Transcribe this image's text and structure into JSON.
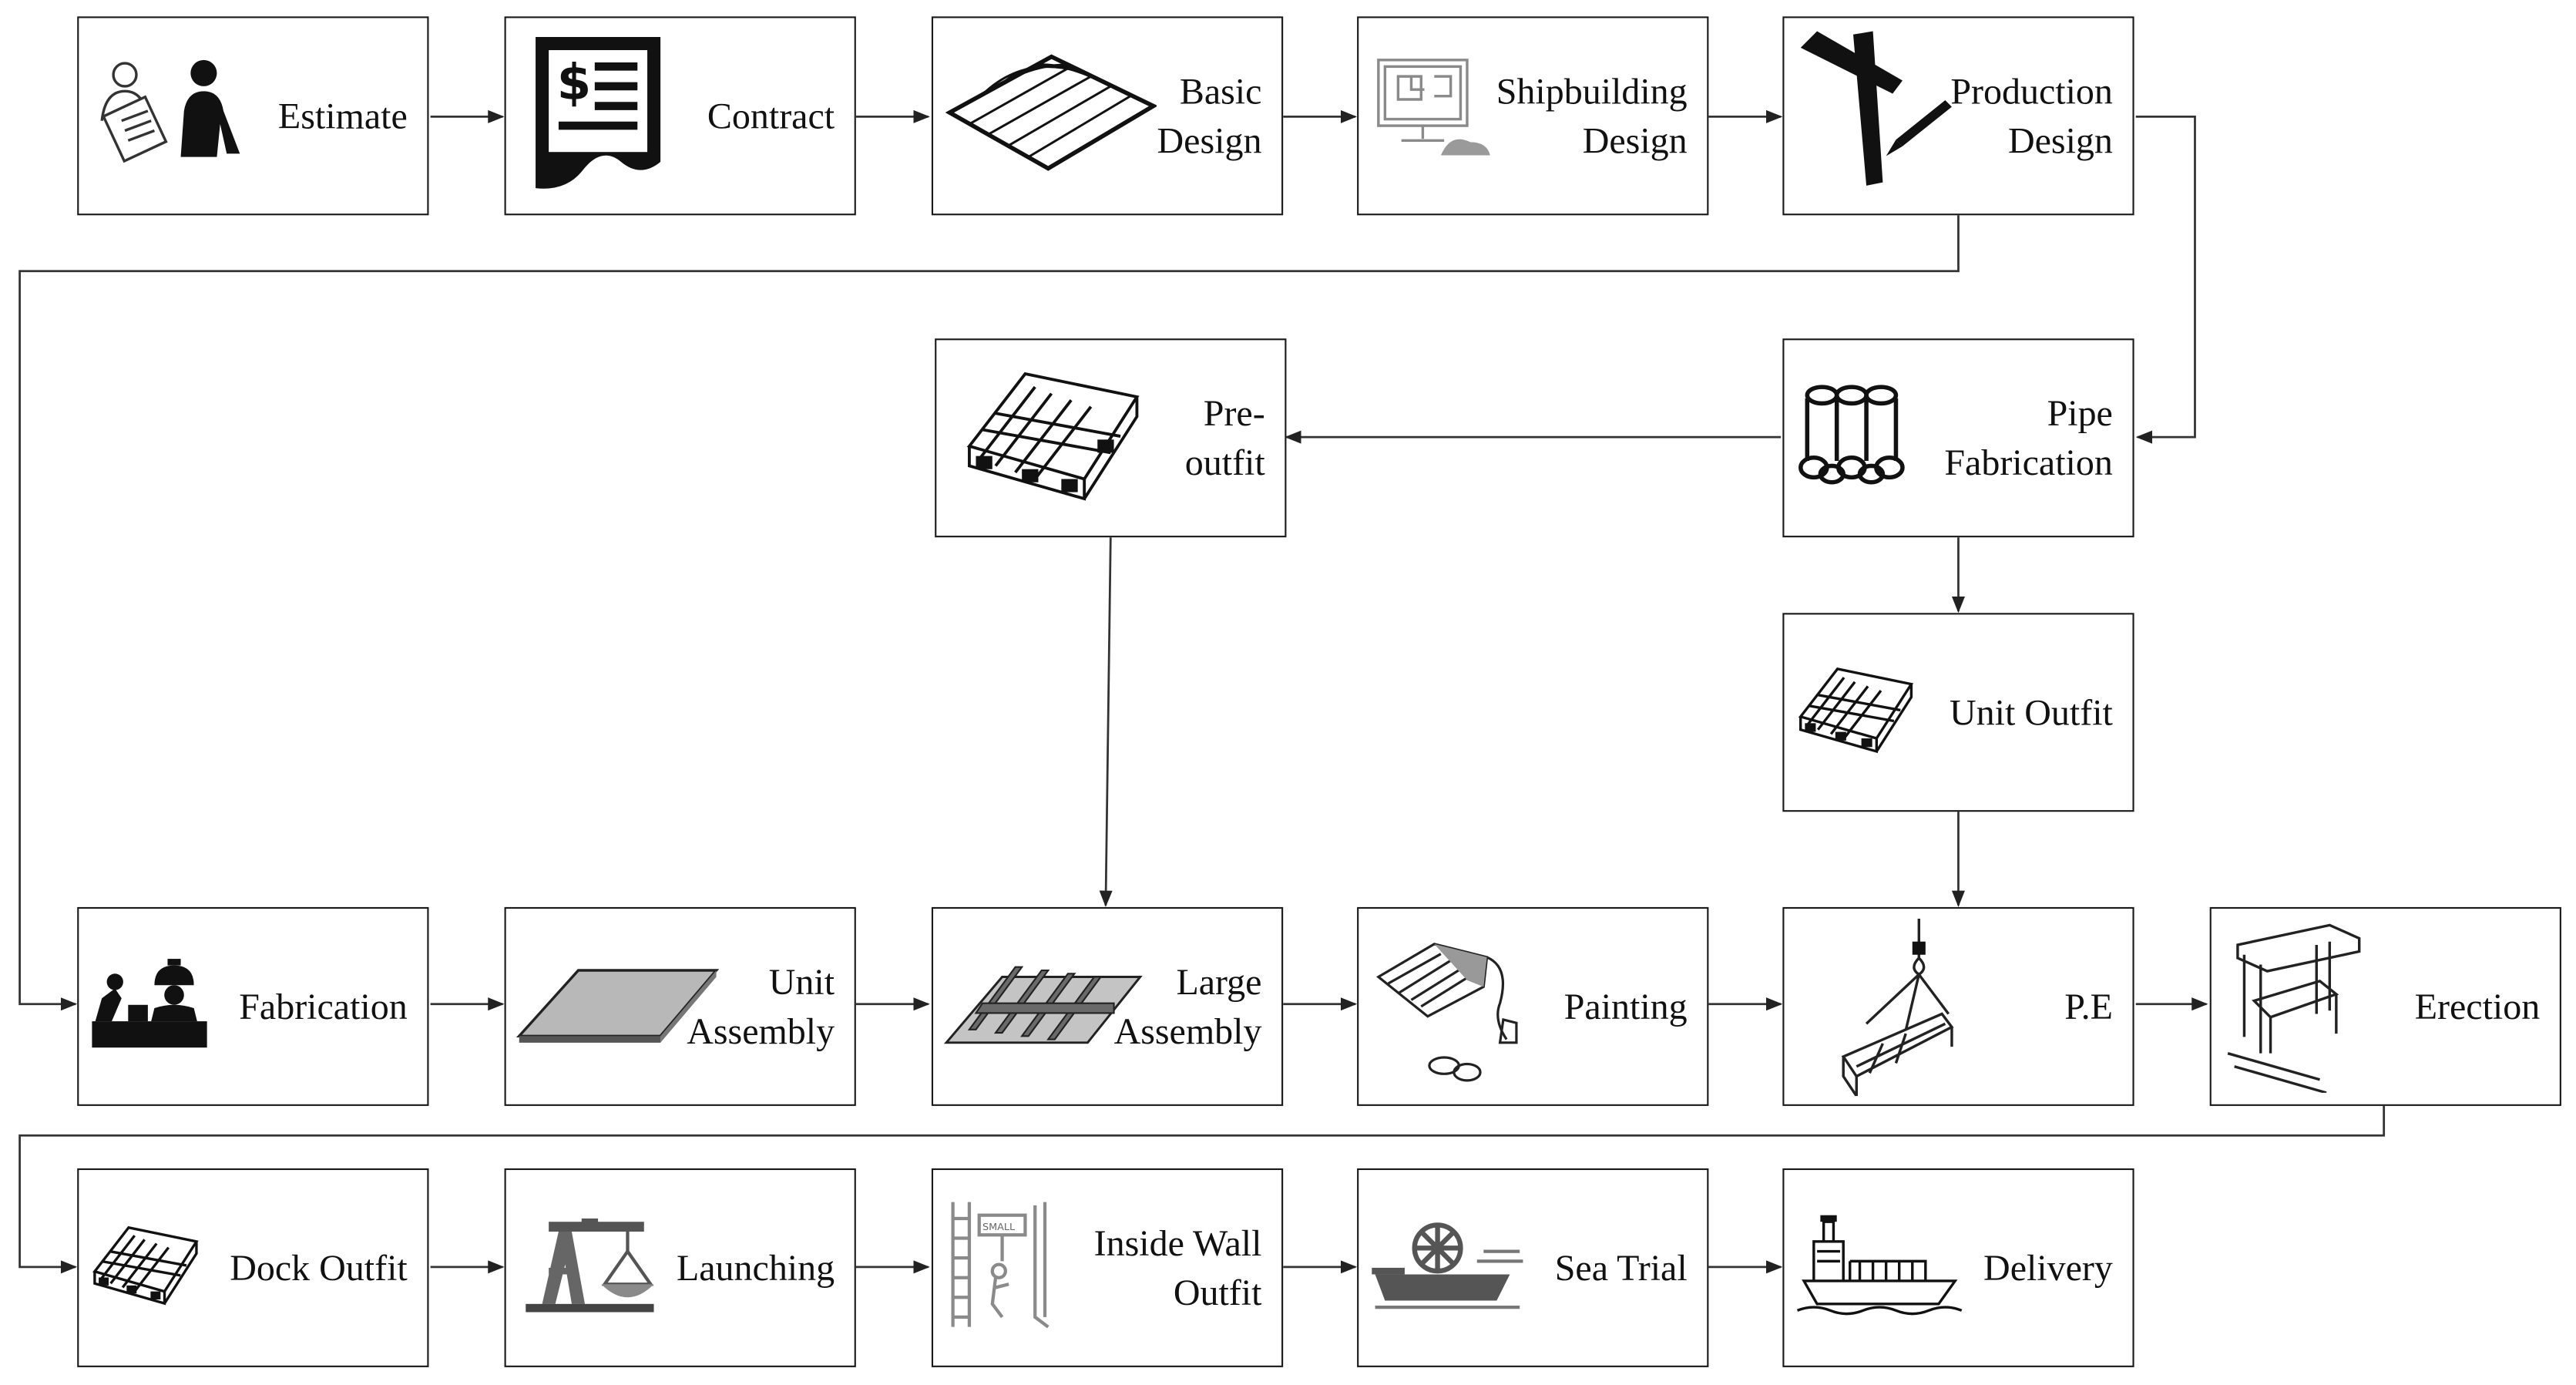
{
  "diagram": {
    "nodes": {
      "estimate": "Estimate",
      "contract": "Contract",
      "basic_design": [
        "Basic",
        "Design"
      ],
      "shipbuilding_design": [
        "Shipbuilding",
        "Design"
      ],
      "production_design": [
        "Production",
        "Design"
      ],
      "pre_outfit": [
        "Pre-",
        "outfit"
      ],
      "pipe_fabrication": [
        "Pipe",
        "Fabrication"
      ],
      "unit_outfit": "Unit Outfit",
      "fabrication": "Fabrication",
      "unit_assembly": [
        "Unit",
        "Assembly"
      ],
      "large_assembly": [
        "Large",
        "Assembly"
      ],
      "painting": "Painting",
      "pe": "P.E",
      "erection": "Erection",
      "dock_outfit": "Dock Outfit",
      "launching": "Launching",
      "inside_wall_outfit": [
        "Inside Wall",
        "Outfit"
      ],
      "sea_trial": "Sea Trial",
      "delivery": "Delivery"
    },
    "icons": {
      "estimate": "people-document-icon",
      "contract": "contract-document-icon",
      "basic_design": "wireframe-surface-icon",
      "shipbuilding_design": "computer-monitor-icon",
      "production_design": "drafting-pen-icon",
      "pre_outfit": "outfit-module-icon",
      "pipe_fabrication": "pipe-bundle-icon",
      "unit_outfit": "outfit-module-icon",
      "fabrication": "welder-worker-icon",
      "unit_assembly": "steel-plate-icon",
      "large_assembly": "stiffened-panel-icon",
      "painting": "painting-block-icon",
      "pe": "crane-hook-block-icon",
      "erection": "gantry-crane-icon",
      "dock_outfit": "outfit-module-icon",
      "launching": "launch-crane-icon",
      "inside_wall_outfit": "wall-ladder-icon",
      "sea_trial": "ship-wheel-icon",
      "delivery": "cargo-ship-icon"
    },
    "colors": {
      "border": "#1a1a1a",
      "arrow": "#333333",
      "icon": "#111111",
      "icon_gray": "#8a8a8a"
    }
  }
}
